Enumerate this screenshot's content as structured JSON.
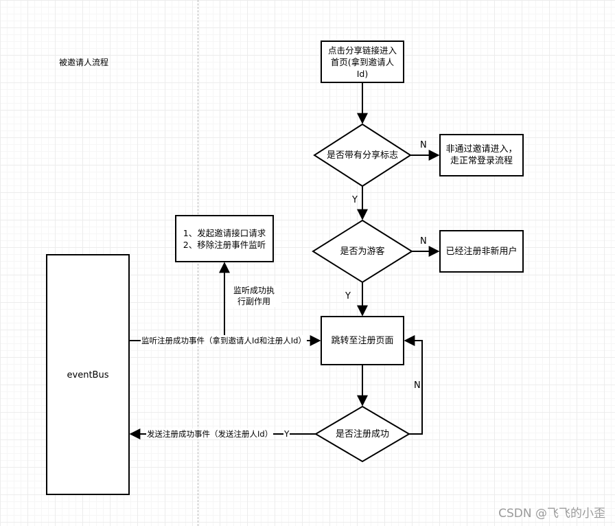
{
  "title": "被邀请人流程",
  "nodes": {
    "start": "点击分享链接进入\n首页(拿到邀请人\nId)",
    "has_share_flag": "是否带有分享标志",
    "not_invited": "非通过邀请进入，\n走正常登录流程",
    "is_guest": "是否为游客",
    "registered_user": "已经注册非新用户",
    "goto_register": "跳转至注册页面",
    "register_success": "是否注册成功",
    "event_bus": "eventBus",
    "invite_actions": "1、发起邀请接口请求\n2、移除注册事件监听"
  },
  "edges": {
    "share_no": "N",
    "share_yes": "Y",
    "guest_no": "N",
    "guest_yes": "Y",
    "register_no": "N",
    "register_yes": "Y",
    "listen_success": "监听成功执\n行副作用",
    "listen_event": "监听注册成功事件（拿到邀请人Id和注册人Id）",
    "send_event": "发送注册成功事件（发送注册人Id）"
  },
  "watermark": "CSDN @飞飞的小歪"
}
